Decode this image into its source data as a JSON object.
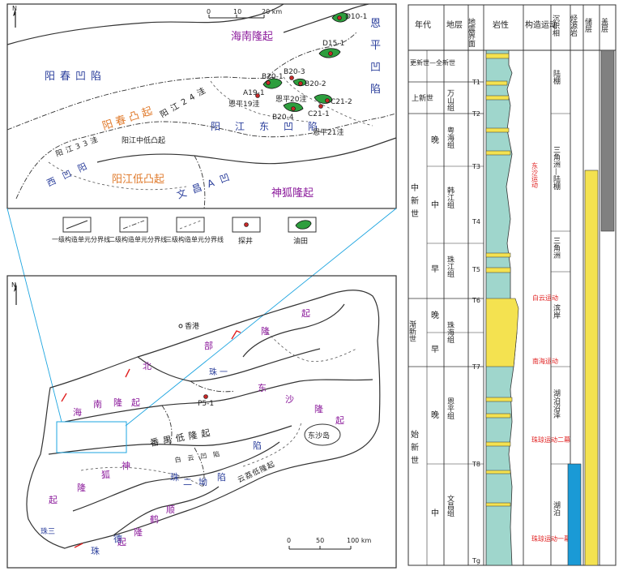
{
  "inset_map": {
    "scale": {
      "ticks": [
        "0",
        "10",
        "20 km"
      ]
    },
    "north": "N",
    "labels": {
      "hainan_uplift": "海南隆起",
      "yangchun_sag": "阳春凹陷",
      "enping_sag_1": "恩",
      "enping_sag_2": "平",
      "enping_sag_3": "凹",
      "enping_sag_4": "陷",
      "yangchun_high": "阳春凸起",
      "yangjiang_24": "阳江24洼",
      "yangjiang_east_sag": "阳江东凹陷",
      "enping19": "恩平19洼",
      "enping20": "恩平20洼",
      "enping21": "恩平21洼",
      "yangjiang_mid_low": "阳江中低凸起",
      "yangjiang33": "阳江33洼",
      "yangjiang_west_sag": "西凹阳",
      "yangjiang_low_high": "阳江低凸起",
      "wenchang_a": "文昌A凹",
      "shenhu_uplift": "神狐隆起"
    },
    "wells": [
      "D10-1",
      "D15-1",
      "B20-1",
      "B20-3",
      "B20-2",
      "A19-1",
      "C21-2",
      "C21-1",
      "B20-4"
    ]
  },
  "legend": {
    "items": [
      {
        "label": "一级构造单元分界线"
      },
      {
        "label": "二级构造单元分界线"
      },
      {
        "label": "三级构造单元分界线"
      },
      {
        "label": "探井"
      },
      {
        "label": "油田"
      }
    ]
  },
  "regional_map": {
    "north": "N",
    "hongkong": "香港",
    "well": "P5-1",
    "dongsha_island": "东沙岛",
    "scale": {
      "ticks": [
        "0",
        "50",
        "100 km"
      ]
    },
    "labels": {
      "north_uplift": [
        "北",
        "部",
        "隆",
        "起"
      ],
      "south_uplift": [
        "海",
        "南",
        "隆",
        "起"
      ],
      "zhu1": "珠一",
      "panyu": "番禺低隆起",
      "dongsha": [
        "东",
        "沙",
        "隆",
        "起"
      ],
      "zhu2": [
        "珠",
        "二",
        "坳",
        "陷"
      ],
      "shenhu": [
        "神",
        "狐",
        "隆",
        "起"
      ],
      "shunhe": [
        "顺",
        "鹤",
        "隆",
        "起"
      ],
      "zhu3": "珠三",
      "yunli": "云荔低隆起",
      "baiyun": "白云凹陷",
      "zhu_de": [
        "珠",
        "德"
      ],
      "sag": "陷"
    }
  },
  "stratigraphy": {
    "headers": [
      "年代",
      "地层",
      "地震界面",
      "岩性",
      "构造运动",
      "沉积相",
      "烃源岩",
      "储层",
      "盖层"
    ],
    "eras": [
      {
        "name": "更新世—全新世"
      },
      {
        "name": "上新世"
      },
      {
        "name": "中新世"
      },
      {
        "name": "渐新世"
      },
      {
        "name": "始新世"
      }
    ],
    "sub_periods": [
      "晚",
      "中",
      "早",
      "晚",
      "早",
      "晚",
      "中"
    ],
    "formations": [
      "万山组",
      "粤海组",
      "韩江组",
      "珠江组",
      "珠海组",
      "恩平组",
      "文昌组"
    ],
    "seismic": [
      "T1",
      "T2",
      "T3",
      "T4",
      "T5",
      "T6",
      "T7",
      "T8",
      "Tg"
    ],
    "movements": [
      "东沙运动",
      "白云运动",
      "南海运动",
      "珠琼运动二幕",
      "珠琼运动一幕"
    ],
    "facies": [
      "陆棚",
      "三角洲—陆棚",
      "三角洲",
      "滨岸",
      "湖泊沼泽",
      "湖泊"
    ]
  }
}
